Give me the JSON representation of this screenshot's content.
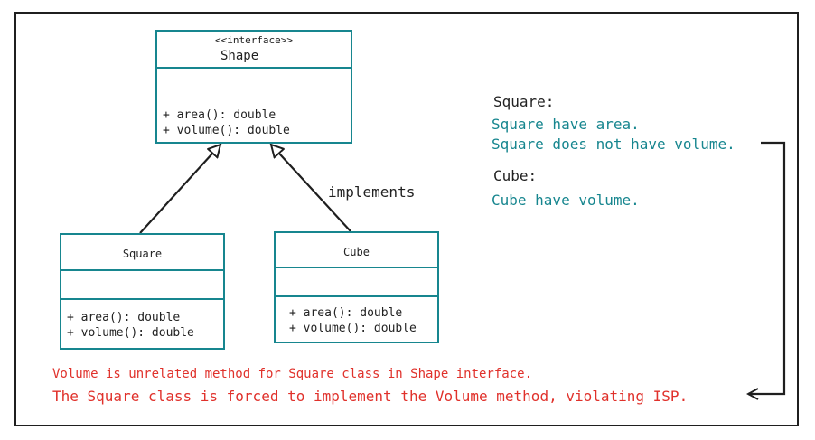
{
  "interface": {
    "stereotype": "<<interface>>",
    "name": "Shape",
    "operations": [
      "+ area(): double",
      "+ volume(): double"
    ]
  },
  "square_class": {
    "name": "Square",
    "operations": [
      "+ area(): double",
      "+ volume(): double"
    ]
  },
  "cube_class": {
    "name": "Cube",
    "operations": [
      "+ area(): double",
      "+ volume(): double"
    ]
  },
  "relation_label": "implements",
  "notes": {
    "square_title": "Square:",
    "square_line1": "Square have area.",
    "square_line2": "Square does not have volume.",
    "cube_title": "Cube:",
    "cube_line1": "Cube have volume."
  },
  "warnings": {
    "line1": "Volume is unrelated method for Square class in Shape interface.",
    "line2": "The Square class is forced to implement the Volume method, violating ISP."
  },
  "colors": {
    "teal": "#17868f",
    "red": "#e0312b",
    "ink": "#1f1f1f"
  }
}
